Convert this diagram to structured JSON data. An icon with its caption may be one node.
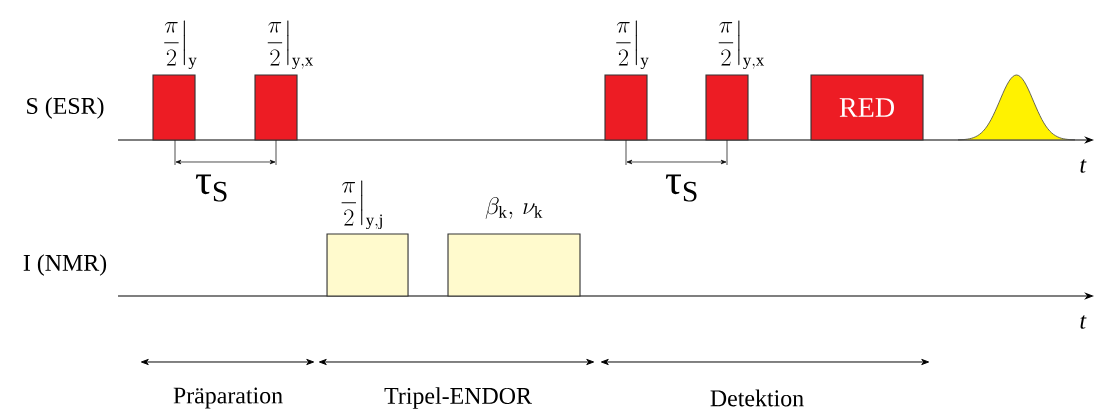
{
  "diagram": {
    "nodes": [
      {
        "text": [
          "\\frac{\\pi}{2}\\Big|_{\\mathrm{y}}"
        ]
      },
      {
        "text": [
          "\\frac{\\pi}{2}\\Big|_{\\mathrm{y,x}}"
        ]
      },
      {
        "text": [
          "\\frac{\\pi}{2}\\Big|_{\\mathrm{y}}"
        ]
      },
      {
        "text": [
          "\\frac{\\pi}{2}\\Big|_{\\mathrm{y,x}}"
        ]
      },
      {
        "text": [
          "RED"
        ]
      },
      {
        "text": [],
        "shape": "picture"
      },
      {
        "text": [
          "\\frac{\\pi}{2}\\Big|_{\\mathrm{y,j}}"
        ]
      },
      {
        "text": [
          "\\beta_{\\mathrm{k}},\\,\\nu_{\\mathrm{k}}"
        ]
      }
    ],
    "labels": [
      "S (ESR)",
      "I (NMR)",
      "*t*",
      "*t*",
      "τ$_{S}$",
      "τ$_{S}$",
      "Präparation",
      "Tripel-ENDOR",
      "Detektion"
    ]
  }
}
